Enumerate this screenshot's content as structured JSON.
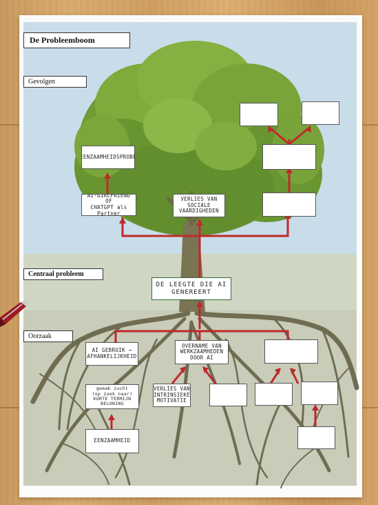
{
  "poster": {
    "title": "De Probleemboom",
    "sections": {
      "effects": "Gevolgen",
      "central": "Centraal probleem",
      "causes": "Oorzaak"
    }
  },
  "effects": {
    "left_top": "EENZAAMHEIDSPROBL",
    "left_bottom": "AI·GIRLFRIEND\nOF\nCHATGPT als Partner",
    "center": "VERLIES VAN\nSOCIALE\nVAARDIGHEDEN",
    "right_boxes": [
      "",
      "",
      "",
      ""
    ]
  },
  "central_problem": "DE LEEGTE DIE AI\nGENEREERT",
  "causes": {
    "left_top": "AI GEBRUIK →\nAFHANKELIJKHEID",
    "left_mid": "gemak zucht\n(op zoek naar)\nKORTE TERMIJN\nBELONING",
    "left_bottom": "EENZAAMHEID",
    "center_top": "OVERNAME VAN\nWERKZAAMHEDEN\nDOOR AI",
    "center_mid": "VERLIES VAN\nINTRINSIEKE\nMOTIVATIE",
    "empty_boxes": [
      "",
      "",
      "",
      "",
      "",
      ""
    ]
  },
  "colors": {
    "arrow": "#c0282a",
    "central_border": "#2f6b39",
    "leaves": "#6f9a34",
    "roots": "#6f6c52"
  }
}
